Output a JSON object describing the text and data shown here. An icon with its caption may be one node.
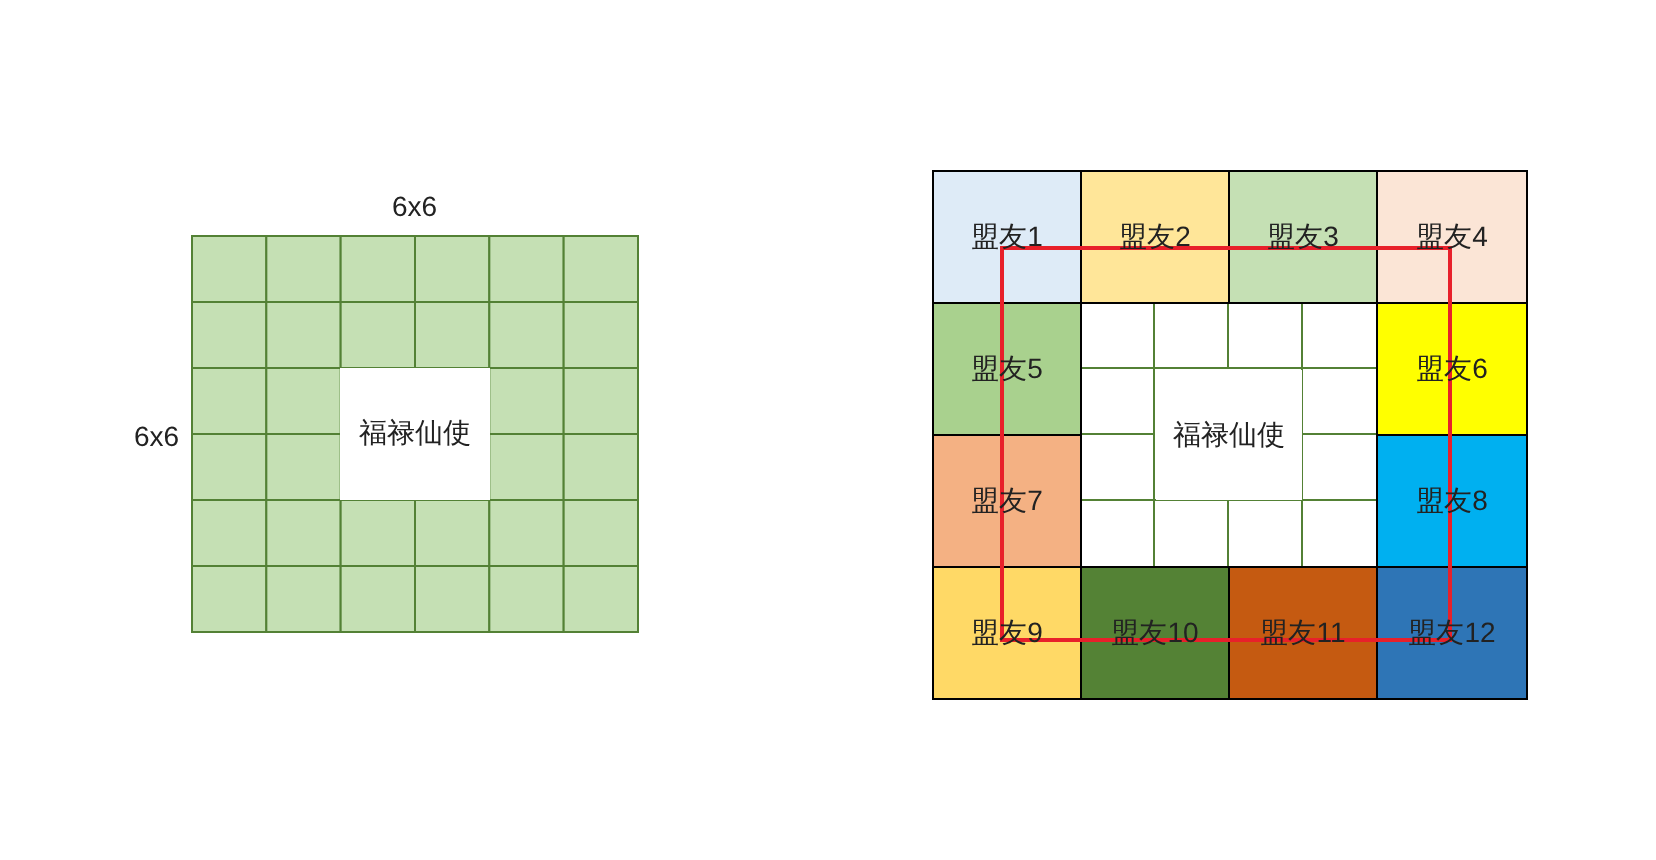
{
  "diagram": {
    "nodes": [
      {
        "text": [
          "福禄仙使"
        ]
      },
      {
        "text": [
          "盟友1"
        ]
      },
      {
        "text": [
          "盟友2"
        ]
      },
      {
        "text": [
          "盟友3"
        ]
      },
      {
        "text": [
          "盟友4"
        ]
      },
      {
        "text": [
          "盟友5"
        ]
      },
      {
        "text": [
          "盟友6"
        ]
      },
      {
        "text": [
          "盟友7"
        ]
      },
      {
        "text": [
          "盟友8"
        ]
      },
      {
        "text": [
          "盟友9"
        ]
      },
      {
        "text": [
          "盟友10"
        ]
      },
      {
        "text": [
          "盟友11"
        ]
      },
      {
        "text": [
          "盟友12"
        ]
      },
      {
        "text": [
          "福禄仙使"
        ]
      }
    ],
    "labels": [
      "6x6",
      "6x6"
    ]
  }
}
